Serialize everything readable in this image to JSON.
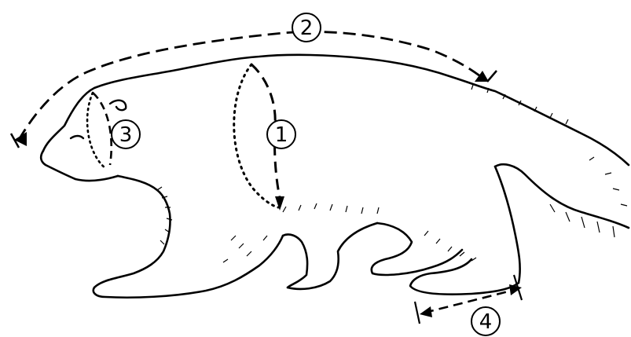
{
  "diagram": {
    "subject": "wolverine-body-measurements",
    "markers": [
      {
        "id": "m1",
        "label": "1"
      },
      {
        "id": "m2",
        "label": "2"
      },
      {
        "id": "m3",
        "label": "3"
      },
      {
        "id": "m4",
        "label": "4"
      }
    ],
    "colors": {
      "ink": "#000000",
      "background": "#ffffff"
    }
  }
}
